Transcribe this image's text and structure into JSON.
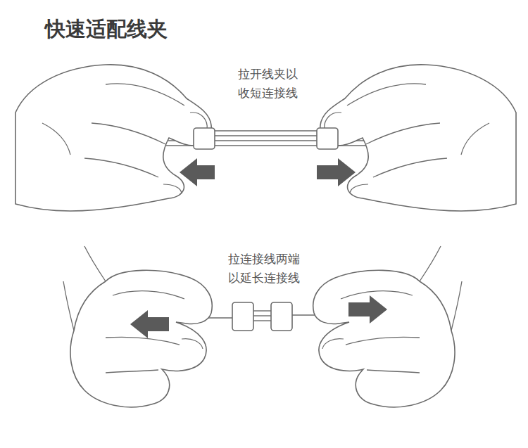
{
  "diagram": {
    "title": "快速适配线夹",
    "labels": [
      "拉开线夹以 收短连接线",
      "拉连接线两端 以延长连接线"
    ]
  }
}
